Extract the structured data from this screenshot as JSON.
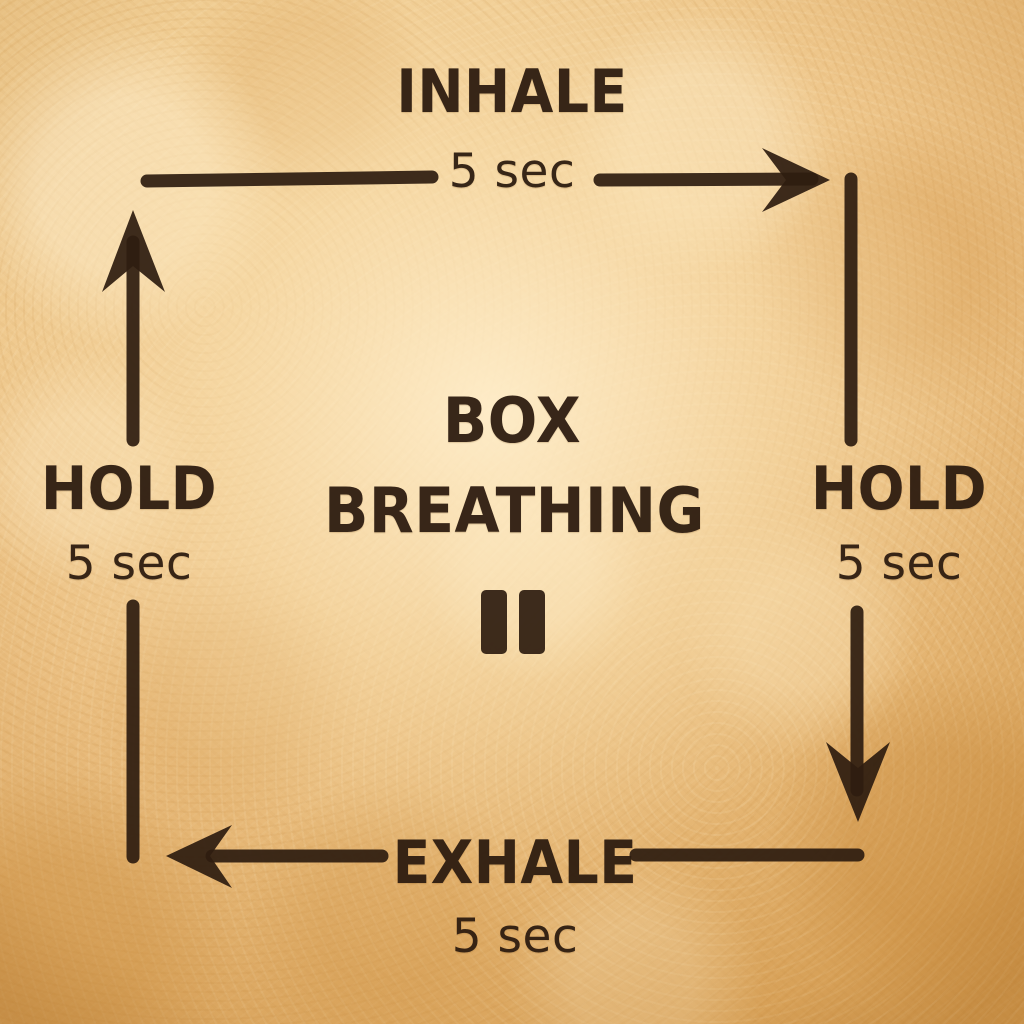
{
  "poster": {
    "title_line_1": "BOX",
    "title_line_2": "BREATHING",
    "center_icon": "pause-icon",
    "background_color": "#eec484",
    "ink_color": "#2e1d10"
  },
  "cycle": {
    "steps": [
      {
        "id": "inhale",
        "position": "top",
        "label": "INHALE",
        "duration": "5 sec",
        "arrow_direction": "right",
        "arrow_icon": "arrow-right-icon"
      },
      {
        "id": "hold-right",
        "position": "right",
        "label": "HOLD",
        "duration": "5 sec",
        "arrow_direction": "down",
        "arrow_icon": "arrow-down-icon"
      },
      {
        "id": "exhale",
        "position": "bottom",
        "label": "EXHALE",
        "duration": "5 sec",
        "arrow_direction": "left",
        "arrow_icon": "arrow-left-icon"
      },
      {
        "id": "hold-left",
        "position": "left",
        "label": "HOLD",
        "duration": "5 sec",
        "arrow_direction": "up",
        "arrow_icon": "arrow-up-icon"
      }
    ]
  }
}
